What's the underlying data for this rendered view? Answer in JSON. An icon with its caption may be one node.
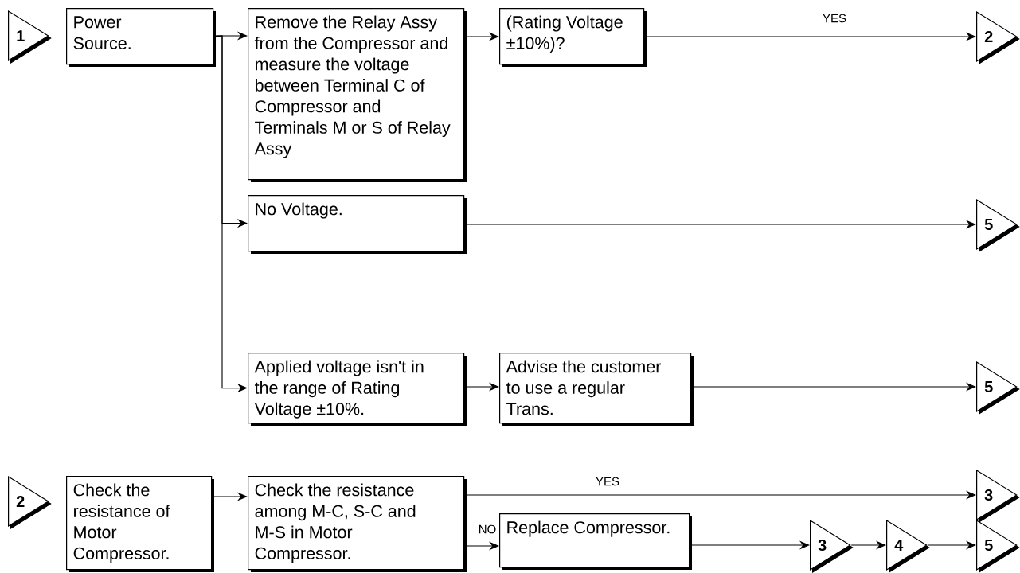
{
  "diagram": {
    "nodes": [
      {
        "text": [
          "1"
        ]
      },
      {
        "text": [
          "Power Source."
        ]
      },
      {
        "text": [
          "Remove the Relay Assy from the Compressor and measure the voltage between Terminal C of Compressor and Terminals M or S of Relay Assy"
        ]
      },
      {
        "text": [
          "(Rating Voltage ±10%)?"
        ]
      },
      {
        "text": [
          "2"
        ]
      },
      {
        "text": [
          "No Voltage."
        ]
      },
      {
        "text": [
          "5"
        ]
      },
      {
        "text": [
          "Applied voltage isn't in the range of Rating Voltage ±10%."
        ]
      },
      {
        "text": [
          "Advise the customer to use a regular Trans."
        ]
      },
      {
        "text": [
          "5"
        ]
      },
      {
        "text": [
          "2"
        ]
      },
      {
        "text": [
          "Check the resistance of Motor Compressor."
        ]
      },
      {
        "text": [
          "Check the resistance among M-C, S-C and M-S in Motor Compressor."
        ]
      },
      {
        "text": [
          "3"
        ]
      },
      {
        "text": [
          "Replace Compressor."
        ]
      },
      {
        "text": [
          "3"
        ]
      },
      {
        "text": [
          "4"
        ]
      },
      {
        "text": [
          "5"
        ]
      }
    ],
    "edges": [
      {
        "from": 1,
        "to": 2,
        "arrow": "to"
      },
      {
        "from": 1,
        "to": 5,
        "arrow": "to"
      },
      {
        "from": 1,
        "to": 7,
        "arrow": "to"
      },
      {
        "from": 2,
        "to": 3,
        "arrow": "to"
      },
      {
        "from": 3,
        "to": 4,
        "arrow": "to",
        "label": "YES"
      },
      {
        "from": 5,
        "to": 6,
        "arrow": "to"
      },
      {
        "from": 7,
        "to": 8,
        "arrow": "to"
      },
      {
        "from": 8,
        "to": 9,
        "arrow": "to"
      },
      {
        "from": 11,
        "to": 12,
        "arrow": "to"
      },
      {
        "from": 12,
        "to": 13,
        "arrow": "to",
        "label": "YES"
      },
      {
        "from": 12,
        "to": 14,
        "arrow": "to",
        "label": "NO"
      },
      {
        "from": 14,
        "to": 15,
        "arrow": "to"
      },
      {
        "from": 15,
        "to": 16,
        "arrow": "to"
      },
      {
        "from": 16,
        "to": 17,
        "arrow": "to"
      }
    ]
  }
}
